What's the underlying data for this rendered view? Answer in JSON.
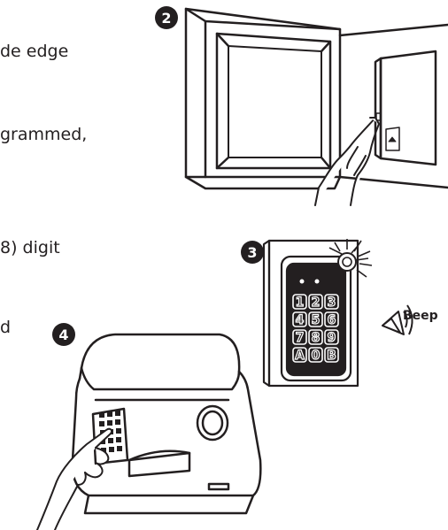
{
  "text_fragments": [
    "de edge",
    "grammed,",
    "8) digit",
    "d"
  ],
  "steps": {
    "step2": {
      "number": "2"
    },
    "step3": {
      "number": "3",
      "keypad_keys": [
        "1",
        "2",
        "3",
        "4",
        "5",
        "6",
        "7",
        "8",
        "9",
        "A",
        "0",
        "B"
      ],
      "sound_label": "Beep"
    },
    "step4": {
      "number": "4"
    }
  }
}
